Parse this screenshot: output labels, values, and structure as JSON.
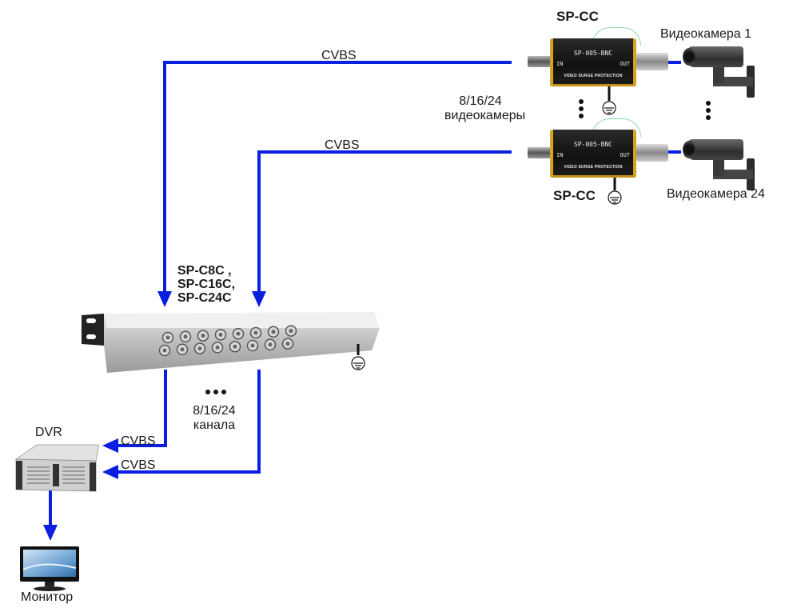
{
  "diagram": {
    "title": "",
    "wire_color": "#0a1fe0",
    "cameras": [
      {
        "id": "camera-1",
        "label": "Видеокамера 1"
      },
      {
        "id": "camera-24",
        "label": "Видеокамера 24"
      }
    ],
    "camera_count_label_line1": "8/16/24",
    "camera_count_label_line2": "видеокамеры",
    "surge_protectors": [
      {
        "id": "sp-cc-top",
        "label": "SP-CC",
        "model_text": "SP-005-BNC",
        "in_label": "IN",
        "out_label": "OUT",
        "desc": "VIDEO SURGE PROTECTION"
      },
      {
        "id": "sp-cc-bottom",
        "label": "SP-CC",
        "model_text": "SP-005-BNC",
        "in_label": "IN",
        "out_label": "OUT",
        "desc": "VIDEO SURGE PROTECTION"
      }
    ],
    "signal_labels": {
      "top_line": "CVBS",
      "second_line": "CVBS",
      "dvr_in_1": "CVBS",
      "dvr_in_2": "CVBS"
    },
    "splitter": {
      "label_line1": "SP-C8C ,",
      "label_line2": "SP-C16C,",
      "label_line3": "SP-C24C"
    },
    "channels_label_line1": "8/16/24",
    "channels_label_line2": "канала",
    "dvr_label": "DVR",
    "monitor_label": "Монитор"
  }
}
